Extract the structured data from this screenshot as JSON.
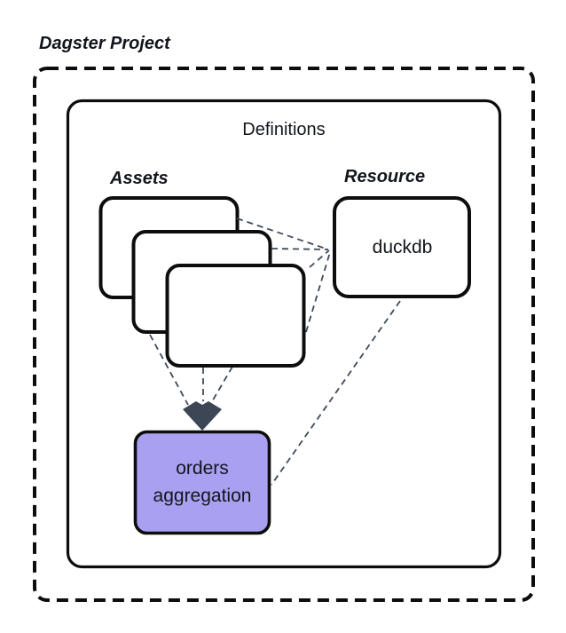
{
  "diagram": {
    "title": "Dagster Project",
    "definitions": {
      "label": "Definitions"
    },
    "assets": {
      "label": "Assets",
      "card_count": 3
    },
    "resource": {
      "label": "Resource",
      "node_label": "duckdb"
    },
    "target_node": {
      "label": "orders aggregation"
    },
    "colors": {
      "outline": "#0d0d0d",
      "node_fill": "#ffffff",
      "purple_node_fill": "#a9a0f2",
      "connector": "#3f4a59",
      "arrow": "#3d4654"
    }
  }
}
